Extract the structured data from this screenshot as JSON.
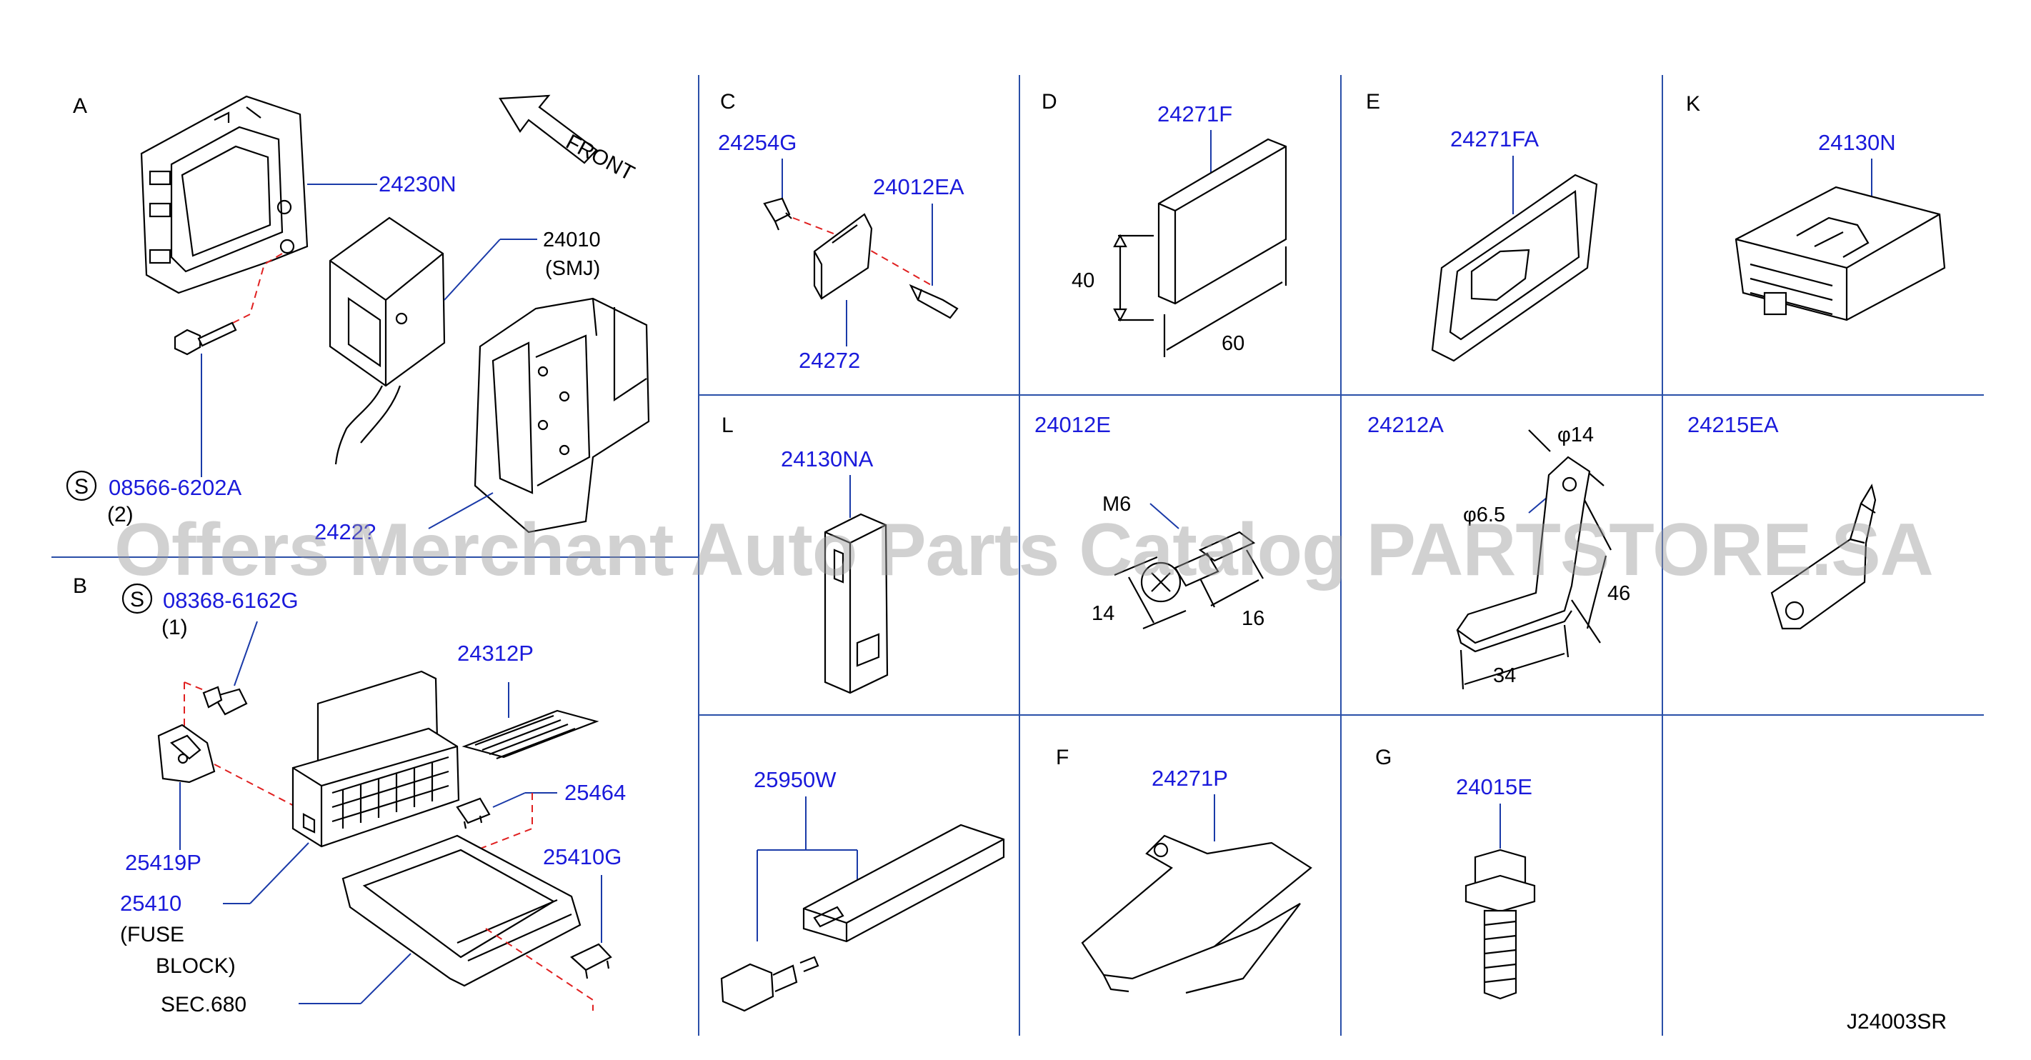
{
  "watermark": "Offers Merchant Auto Parts Catalog PARTSTORE.SA",
  "drawing_code": "J24003SR",
  "front_label": "FRONT",
  "sections": {
    "A": {
      "letter": "A",
      "parts": [
        "24230N",
        "24010",
        "08566-6202A",
        "2422?"
      ],
      "smj": "(SMJ)",
      "qty": "(2)",
      "s_mark": "S"
    },
    "B": {
      "letter": "B",
      "parts": [
        "08368-6162G",
        "24312P",
        "25464",
        "25419P",
        "25410",
        "25410G"
      ],
      "qty": "(1)",
      "s_mark": "S",
      "fuse_line1": "(FUSE",
      "fuse_line2": "BLOCK)",
      "sec": "SEC.680"
    },
    "C": {
      "letter": "C",
      "parts": [
        "24254G",
        "24012EA",
        "24272"
      ]
    },
    "D": {
      "letter": "D",
      "parts": [
        "24271F"
      ],
      "dims": [
        "40",
        "60"
      ]
    },
    "E": {
      "letter": "E",
      "parts": [
        "24271FA"
      ]
    },
    "K": {
      "letter": "K",
      "parts": [
        "24130N"
      ]
    },
    "L": {
      "letter": "L",
      "parts": [
        "24130NA"
      ]
    },
    "M": {
      "parts": [
        "24012E"
      ],
      "dims": [
        "M6",
        "14",
        "16"
      ]
    },
    "N": {
      "parts": [
        "24212A"
      ],
      "dims": [
        "φ14",
        "φ6.5",
        "46",
        "34"
      ]
    },
    "P": {
      "parts": [
        "24215EA"
      ]
    },
    "Q": {
      "parts": [
        "25950W"
      ]
    },
    "F": {
      "letter": "F",
      "parts": [
        "24271P"
      ]
    },
    "G": {
      "letter": "G",
      "parts": [
        "24015E"
      ]
    }
  }
}
